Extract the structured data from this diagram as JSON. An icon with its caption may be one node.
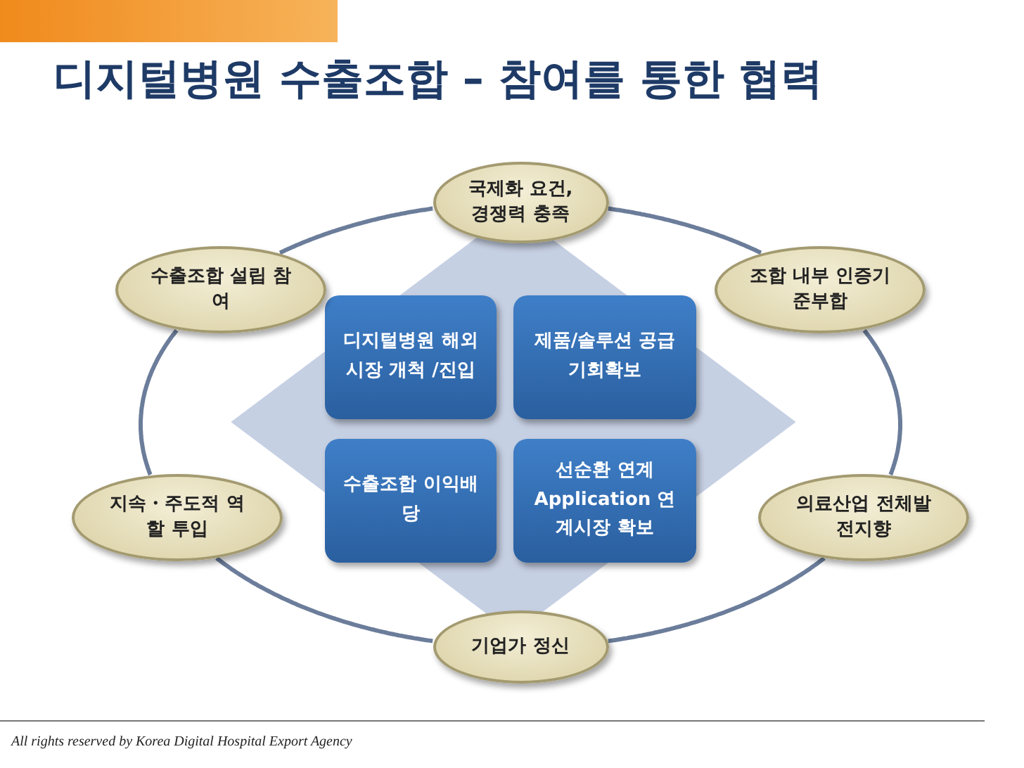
{
  "diagram": {
    "title": "디지털병원 수출조합 – 참여를 통한 협력",
    "nodes": [
      {
        "text": [
          "국제화 요건, 경쟁력 충족"
        ]
      },
      {
        "text": [
          "수출조합 설립 참여"
        ]
      },
      {
        "text": [
          "조합 내부 인증기준부합"
        ]
      },
      {
        "text": [],
        "shape": "diamond"
      },
      {
        "text": [
          "디지털병원 해외시장 개척 /진입"
        ],
        "in": 3
      },
      {
        "text": [
          "제품/솔루션 공급기회확보"
        ],
        "in": 3
      },
      {
        "text": [
          "수출조합 이익배당"
        ],
        "in": 3
      },
      {
        "text": [
          "선순환 연계 Application 연계시장 확보"
        ],
        "in": 3
      },
      {
        "text": [
          "지속・주도적 역할 투입"
        ]
      },
      {
        "text": [
          "의료산업 전체발전지향"
        ]
      },
      {
        "text": [
          "기업가 정신"
        ]
      }
    ],
    "edges": [
      {
        "from": 0,
        "to": 2,
        "arrow": "none"
      },
      {
        "from": 2,
        "to": 9,
        "arrow": "none"
      },
      {
        "from": 9,
        "to": 10,
        "arrow": "none"
      },
      {
        "from": 10,
        "to": 8,
        "arrow": "none"
      },
      {
        "from": 8,
        "to": 1,
        "arrow": "none"
      },
      {
        "from": 1,
        "to": 0,
        "arrow": "none"
      }
    ],
    "labels": [
      "All rights reserved by Korea Digital Hospital Export Agency"
    ]
  }
}
